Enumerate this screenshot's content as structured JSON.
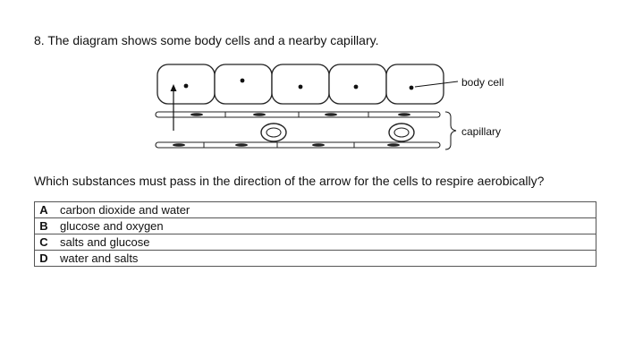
{
  "question": {
    "title": "8. The diagram shows some body cells and a nearby capillary.",
    "prompt": "Which substances must pass in the direction of the arrow for the cells to respire aerobically?"
  },
  "diagram": {
    "labels": {
      "body_cell": "body cell",
      "capillary": "capillary"
    }
  },
  "options": [
    {
      "letter": "A",
      "text": "carbon dioxide and water"
    },
    {
      "letter": "B",
      "text": "glucose and oxygen"
    },
    {
      "letter": "C",
      "text": "salts and glucose"
    },
    {
      "letter": "D",
      "text": "water and salts"
    }
  ]
}
